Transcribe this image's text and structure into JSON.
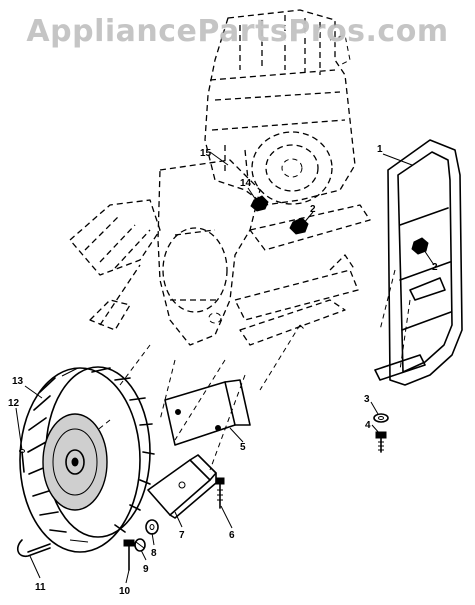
{
  "watermark": {
    "text": "AppliancePartsPros.com"
  },
  "callouts": [
    {
      "id": "1",
      "label": "1"
    },
    {
      "id": "2a",
      "label": "2"
    },
    {
      "id": "2b",
      "label": "2"
    },
    {
      "id": "3",
      "label": "3"
    },
    {
      "id": "4",
      "label": "4"
    },
    {
      "id": "5",
      "label": "5"
    },
    {
      "id": "6",
      "label": "6"
    },
    {
      "id": "7",
      "label": "7"
    },
    {
      "id": "8",
      "label": "8"
    },
    {
      "id": "9",
      "label": "9"
    },
    {
      "id": "10",
      "label": "10"
    },
    {
      "id": "11",
      "label": "11"
    },
    {
      "id": "12",
      "label": "12"
    },
    {
      "id": "13",
      "label": "13"
    },
    {
      "id": "14",
      "label": "14"
    },
    {
      "id": "15",
      "label": "15"
    }
  ]
}
